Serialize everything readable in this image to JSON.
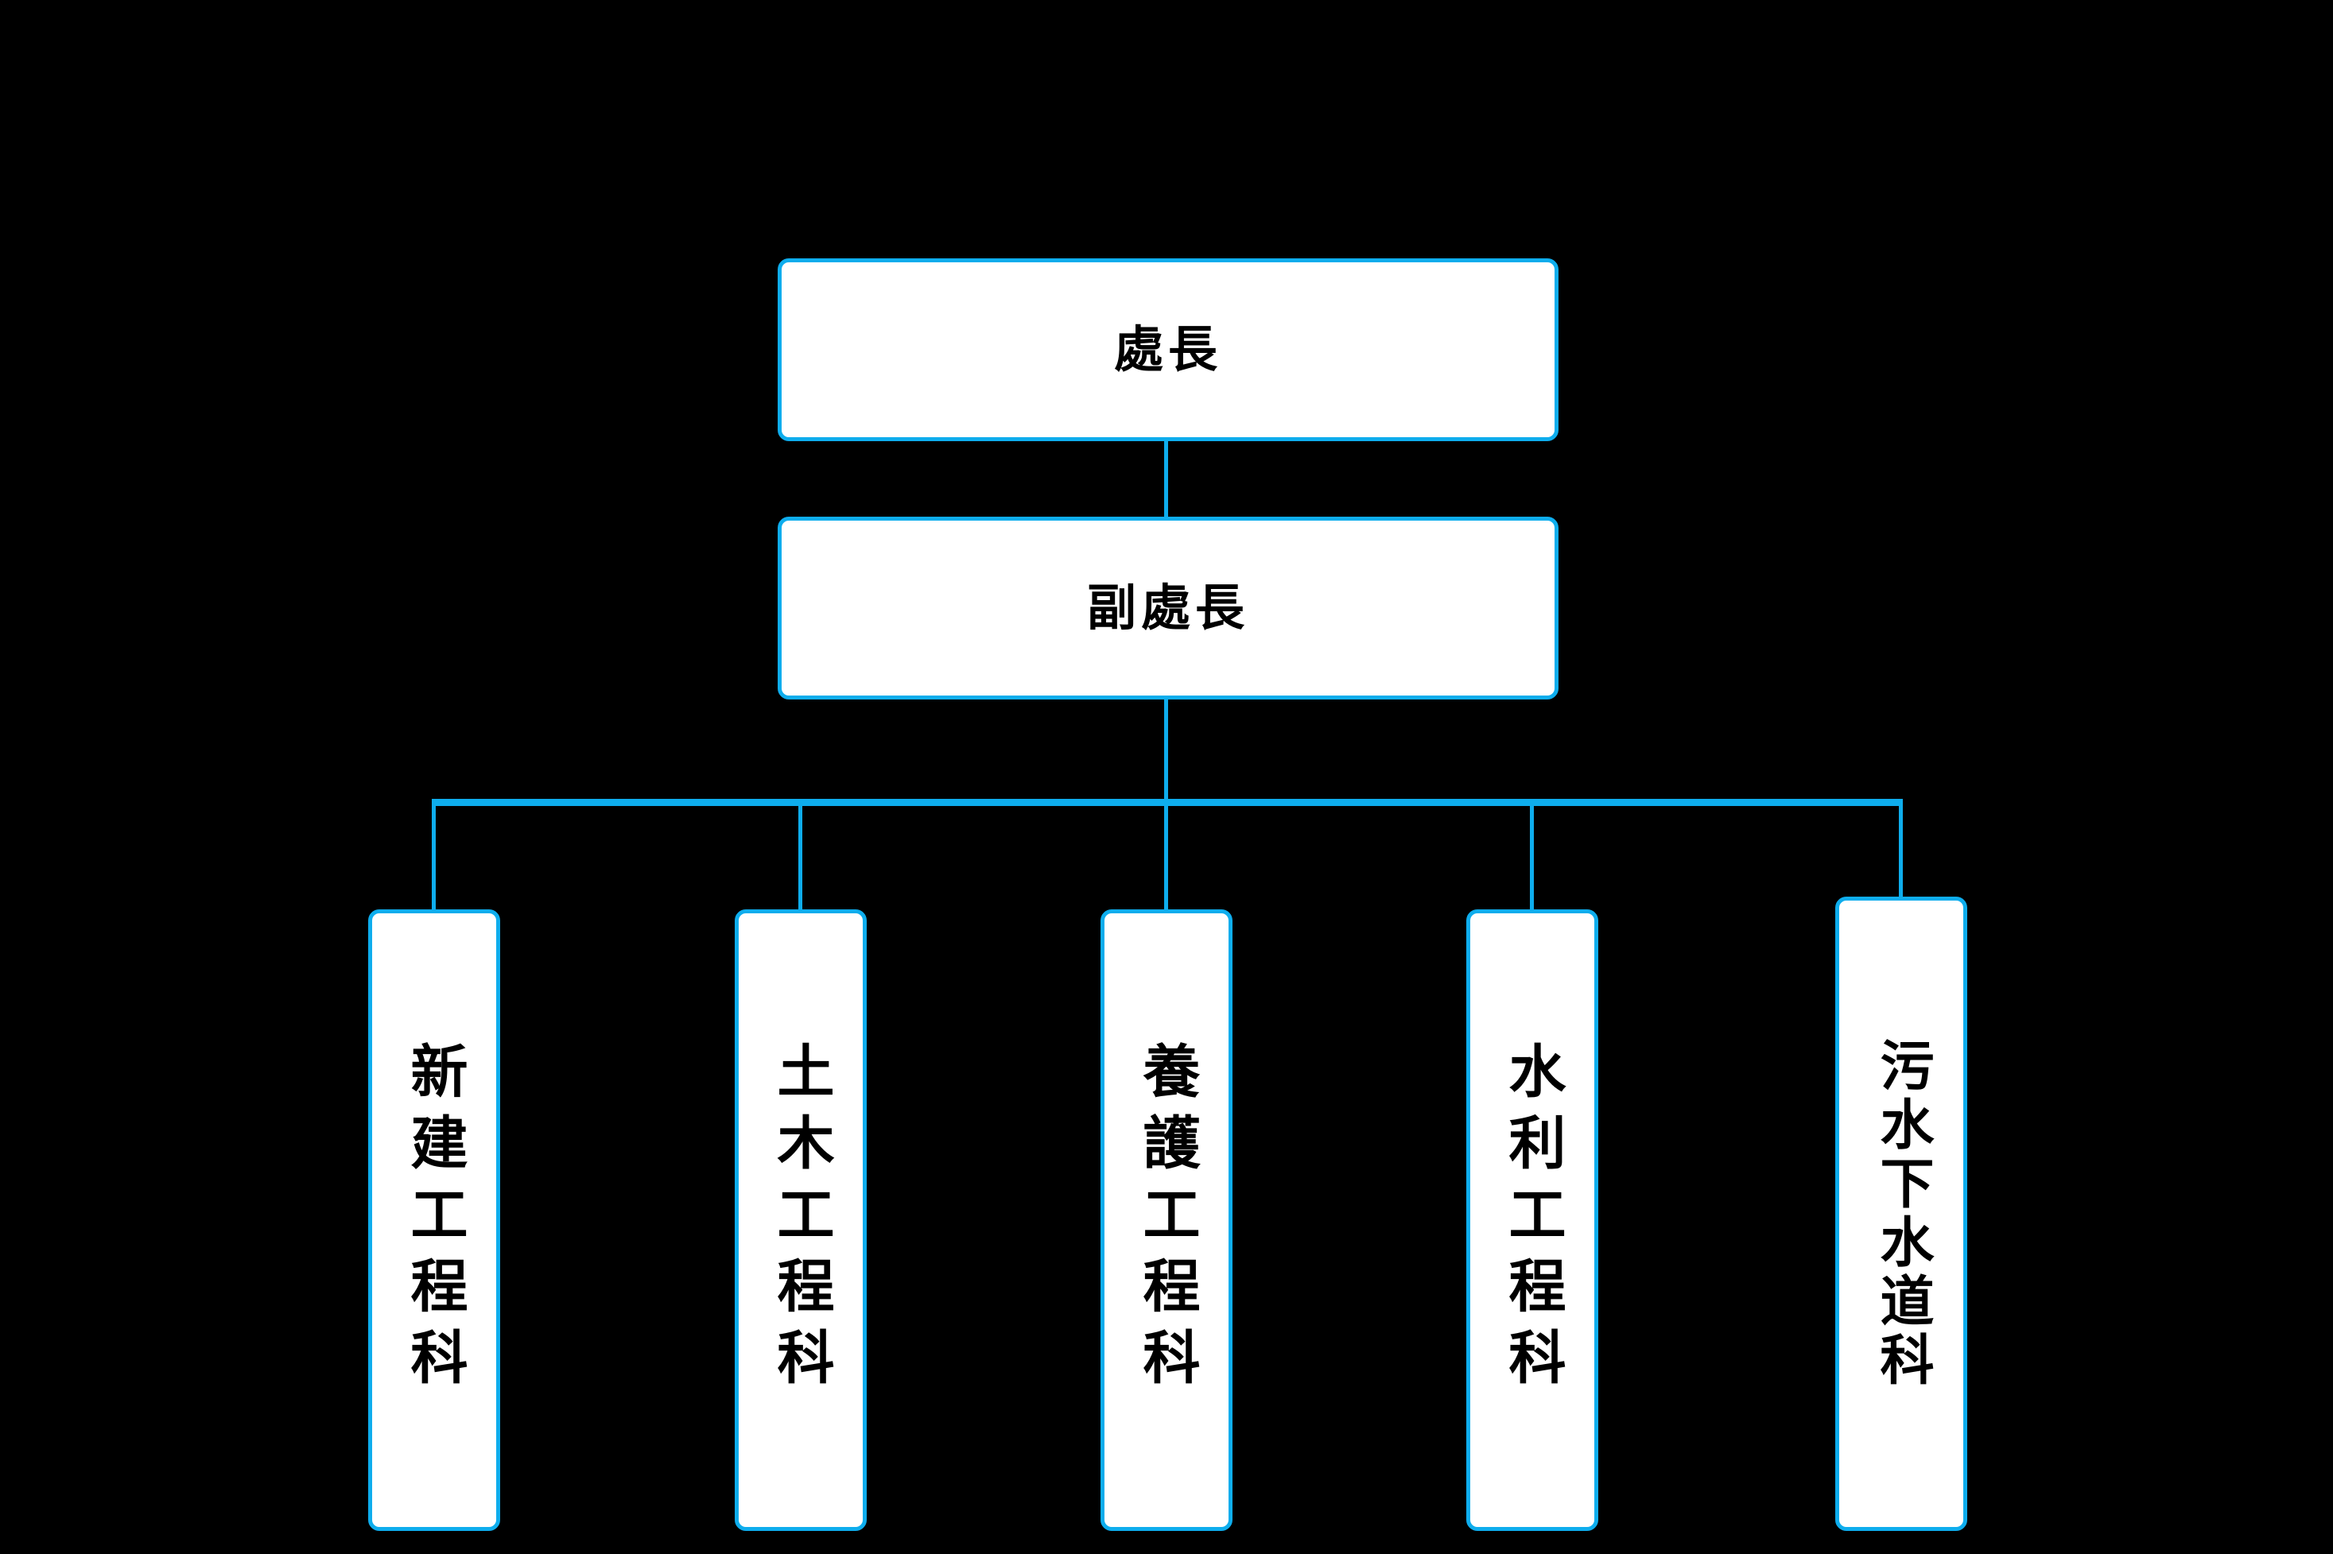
{
  "chart": {
    "type": "org-chart",
    "orientation": "top-down",
    "background_color": "#000000",
    "line_color": "#0eaded",
    "node_fill_color": "#ffffff",
    "node_text_color": "#000000",
    "nodes": {
      "director": {
        "label": "處長",
        "level": 1
      },
      "deputy": {
        "label": "副處長",
        "level": 2
      },
      "sections": [
        {
          "label": "新建工程科",
          "level": 3
        },
        {
          "label": "土木工程科",
          "level": 3
        },
        {
          "label": "養護工程科",
          "level": 3
        },
        {
          "label": "水利工程科",
          "level": 3
        },
        {
          "label": "污水下水道科",
          "level": 3
        }
      ]
    },
    "edges": [
      {
        "from": "處長",
        "to": "副處長"
      },
      {
        "from": "副處長",
        "to": "新建工程科"
      },
      {
        "from": "副處長",
        "to": "土木工程科"
      },
      {
        "from": "副處長",
        "to": "養護工程科"
      },
      {
        "from": "副處長",
        "to": "水利工程科"
      },
      {
        "from": "副處長",
        "to": "污水下水道科"
      }
    ]
  }
}
